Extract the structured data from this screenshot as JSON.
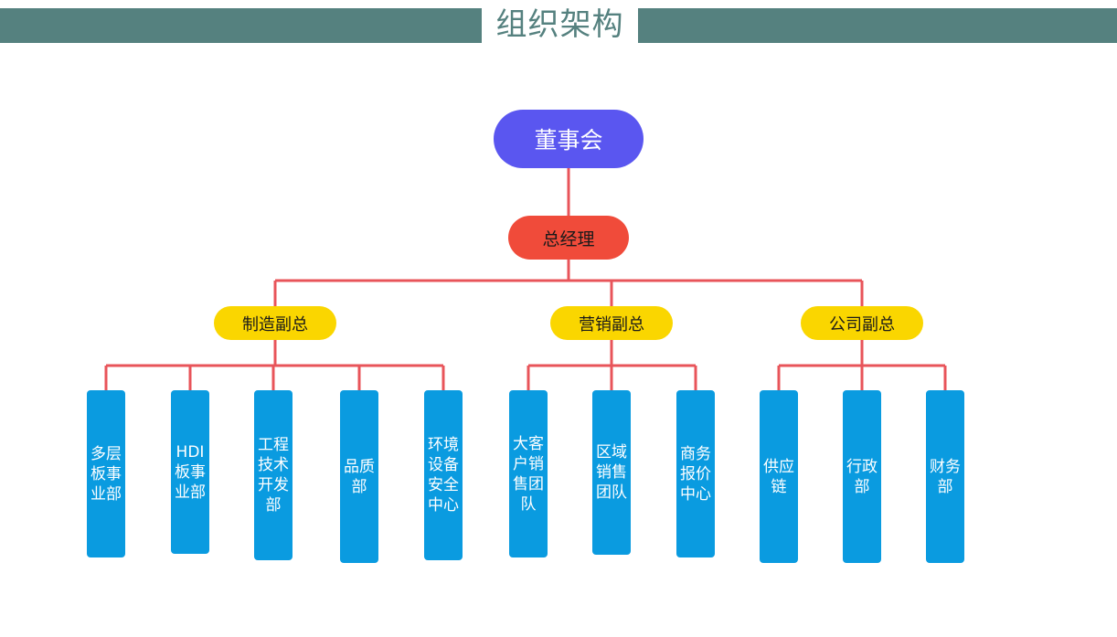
{
  "header": {
    "title": "组织架构"
  },
  "org": {
    "root": "董事会",
    "gm": "总经理",
    "vps": [
      {
        "label": "制造副总",
        "departments": [
          "多层板事业部",
          "HDI板事业部",
          "工程技术开发部",
          "品质部",
          "环境设备安全中心"
        ]
      },
      {
        "label": "营销副总",
        "departments": [
          "大客户销售团队",
          "区域销售团队",
          "商务报价中心"
        ]
      },
      {
        "label": "公司副总",
        "departments": [
          "供应链",
          "行政部",
          "财务部"
        ]
      }
    ]
  },
  "colors": {
    "header_band": "#55817f",
    "root_node": "#5a56f0",
    "gm_node": "#f04b3a",
    "vp_node": "#fad600",
    "dept_node": "#0a9be0",
    "connector": "#e8545a"
  }
}
